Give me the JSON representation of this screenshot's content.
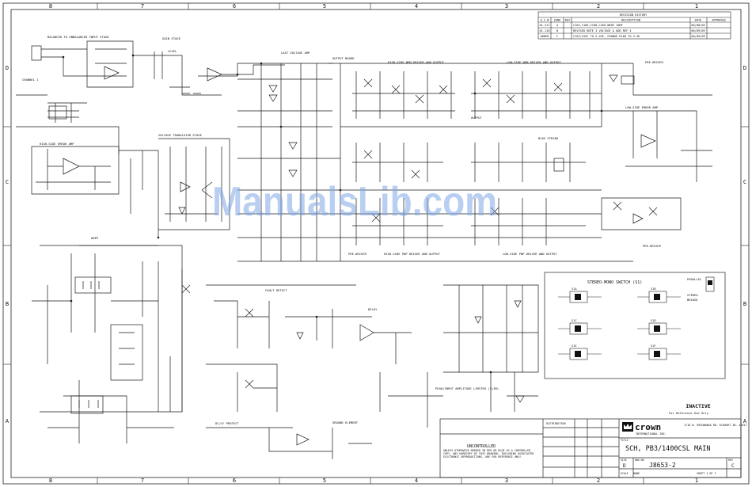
{
  "border": {
    "columns_top": [
      "8",
      "7",
      "6",
      "5",
      "4",
      "3",
      "2",
      "1"
    ],
    "columns_bottom": [
      "8",
      "7",
      "6",
      "5",
      "4",
      "3",
      "2",
      "1"
    ],
    "rows_left": [
      "D",
      "C",
      "B",
      "A"
    ],
    "rows_right": [
      "D",
      "C",
      "B",
      "A"
    ]
  },
  "revision_block": {
    "title": "REVISION HISTORY",
    "headers": [
      "E.C.N",
      "ZONE",
      "REV",
      "DESCRIPTION",
      "DATE",
      "APPROVED"
    ],
    "rows": [
      [
        "01-217",
        "A",
        "",
        "C161,C160,C180,C260 WERE 10NF",
        "06/08/09",
        ""
      ],
      [
        "01-118",
        "B",
        "",
        "REVISED NOTE 3 VOLTAGE & ADD REF 4",
        "06/09/09",
        ""
      ],
      [
        "ADDED",
        "C",
        "",
        "C107/C207 TO 2.2UF, CHANGE R168 TO 3.3K",
        "06/09/09",
        ""
      ]
    ]
  },
  "stage_labels": [
    {
      "text": "BALANCED TO UNBALANCED INPUT STAGE",
      "k": "s1"
    },
    {
      "text": "GAIN STAGE",
      "k": "s2"
    },
    {
      "text": "LAST VOLTAGE AMP",
      "k": "s3"
    },
    {
      "text": "OUTPUT BOARD",
      "k": "s4"
    },
    {
      "text": "HIGH-SIDE NPN DRIVER AND OUTPUT",
      "k": "s5"
    },
    {
      "text": "LOW-SIDE NPN DRIVER AND OUTPUT",
      "k": "s6"
    },
    {
      "text": "PRE-DRIVER",
      "k": "s7"
    },
    {
      "text": "HIGH-SIDE ERROR AMP",
      "k": "s8"
    },
    {
      "text": "VOLTAGE TRANSLATOR STAGE",
      "k": "s9"
    },
    {
      "text": "LOW-SIDE ERROR AMP",
      "k": "s10"
    },
    {
      "text": "HIGH-SIDE PNP DRIVER AND OUTPUT",
      "k": "s11"
    },
    {
      "text": "LOW-SIDE PNP DRIVER AND OUTPUT",
      "k": "s12"
    },
    {
      "text": "PRE-DRIVER",
      "k": "s13"
    },
    {
      "text": "PRE-DRIVER",
      "k": "s14"
    },
    {
      "text": "ODEP",
      "k": "s15"
    },
    {
      "text": "FAULT DETECT",
      "k": "s16"
    },
    {
      "text": "DELAY",
      "k": "s17"
    },
    {
      "text": "DC/LF PROTECT",
      "k": "s18"
    },
    {
      "text": "GROUND ELEMENT",
      "k": "s19"
    },
    {
      "text": "PEAK/INPUT AMPLITUDE LIMITER (ILIM)",
      "k": "s20"
    },
    {
      "text": "BIAS STRING",
      "k": "s21"
    },
    {
      "text": "OUTPUT",
      "k": "s22"
    },
    {
      "text": "LEVEL",
      "k": "s23"
    },
    {
      "text": "CHANNEL 1",
      "k": "s24"
    }
  ],
  "stereo_mono": {
    "title": "STEREO-MONO SWITCH (S1)",
    "parallel_label": "PARALLEL",
    "stereo_label": "STEREO",
    "bridge_label": "BRIDGE",
    "switch_labels": [
      "S1A",
      "S1B",
      "S1C",
      "S1D",
      "S1E",
      "S1F"
    ]
  },
  "inactive_stamp": {
    "title": "INACTIVE",
    "subtitle": "For Reference Use Only"
  },
  "title_block": {
    "brand": "crown",
    "brand_sub": "INTERNATIONAL INC.",
    "address": "1718 W. MISHAWAKA RD. ELKHART IN. 46517",
    "drawing_title": "SCH, PB3/1400CSL MAIN",
    "drawing_number": "J8653-2",
    "size": "D",
    "rev": "C",
    "scale": "NONE",
    "sheet": "SHEET 1 OF 1",
    "uncontrolled_title": "UNCONTROLLED",
    "uncontrolled_text": "UNLESS OTHERWISE MARKED IN RED OR BLUE AS A CONTROLLED COPY, ANY HARDCOPY OF THIS DRAWING, INCLUDING ASSOCIATED ELECTRONIC REPRODUCTIONS, ARE FOR REFERENCE ONLY.",
    "distribution": "DISTRIBUTION",
    "labels": {
      "size": "SIZE",
      "dwg_no": "DWG NO",
      "rev_label": "REV",
      "scale_label": "SCALE",
      "sheet_label": "SHEET",
      "title_label": "TITLE"
    }
  },
  "watermark": "ManualsLib.com"
}
